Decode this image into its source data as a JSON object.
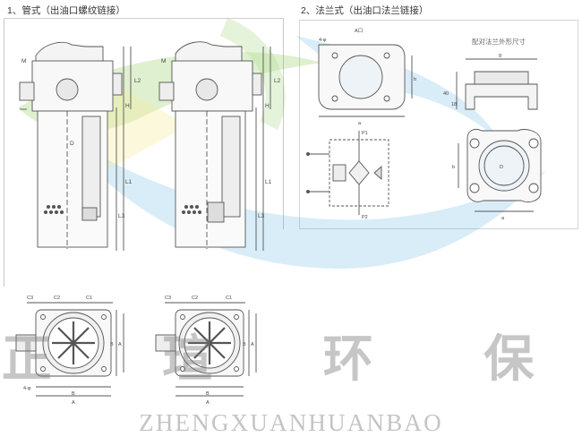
{
  "headings": {
    "tube_type": "1、管式（出油口螺纹链接）",
    "flange_type": "2、法兰式（出油口法兰链接）"
  },
  "flange_note": "配对法兰外形尺寸",
  "watermark": {
    "chinese": "正 瑄 环 保",
    "english": "ZHENGXUANHUANBAO"
  },
  "dimension_labels": {
    "l1": "L1",
    "l2": "L2",
    "l3": "L3",
    "h": "H",
    "d": "D",
    "m": "M",
    "a_letter": "A",
    "b_letter": "B",
    "c1": "C1",
    "c2": "C2",
    "c3": "C3",
    "n_phi": "4-φ",
    "p1": "P1",
    "p2": "P2",
    "a_port": "A口",
    "n_phi_flange": "4-φ",
    "a_flange": "a",
    "b_flange": "b",
    "d_flange": "D",
    "thickness": "18",
    "height": "40",
    "g": "g"
  },
  "logo_colors": {
    "green": "#7cc242",
    "blue": "#3aa0dc",
    "yellow": "#f2d94a"
  }
}
